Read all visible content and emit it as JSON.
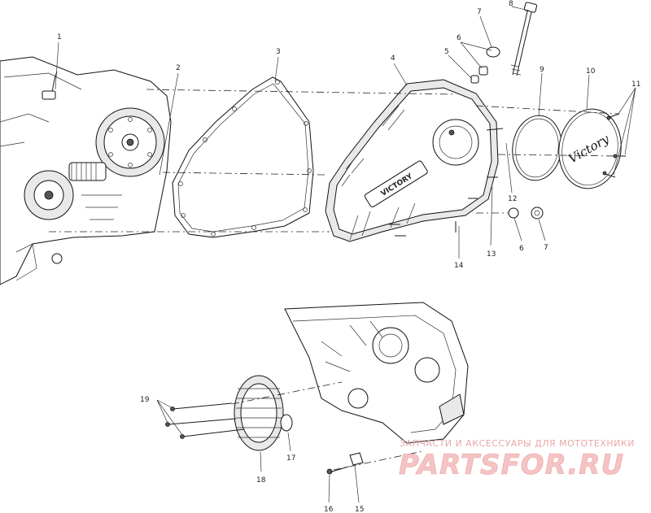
{
  "callouts": [
    {
      "id": "c1",
      "text": "1"
    },
    {
      "id": "c2",
      "text": "2"
    },
    {
      "id": "c3",
      "text": "3"
    },
    {
      "id": "c4",
      "text": "4"
    },
    {
      "id": "c5",
      "text": "5"
    },
    {
      "id": "c6a",
      "text": "6"
    },
    {
      "id": "c7a",
      "text": "7"
    },
    {
      "id": "c8",
      "text": "8"
    },
    {
      "id": "c9",
      "text": "9"
    },
    {
      "id": "c10",
      "text": "10"
    },
    {
      "id": "c11",
      "text": "11"
    },
    {
      "id": "c12",
      "text": "12"
    },
    {
      "id": "c6b",
      "text": "6"
    },
    {
      "id": "c7b",
      "text": "7"
    },
    {
      "id": "c13",
      "text": "13"
    },
    {
      "id": "c14",
      "text": "14"
    },
    {
      "id": "c19",
      "text": "19"
    },
    {
      "id": "c17",
      "text": "17"
    },
    {
      "id": "c18",
      "text": "18"
    },
    {
      "id": "c16",
      "text": "16"
    },
    {
      "id": "c15",
      "text": "15"
    }
  ],
  "cover_logo": "Victory",
  "cover_badge": "VICTORY",
  "watermark": {
    "tagline": "ЗАПЧАСТИ И АКСЕССУАРЫ ДЛЯ МОТОТЕХНИКИ",
    "brand": "PARTSFOR.RU",
    "color": "#e79a9a"
  }
}
